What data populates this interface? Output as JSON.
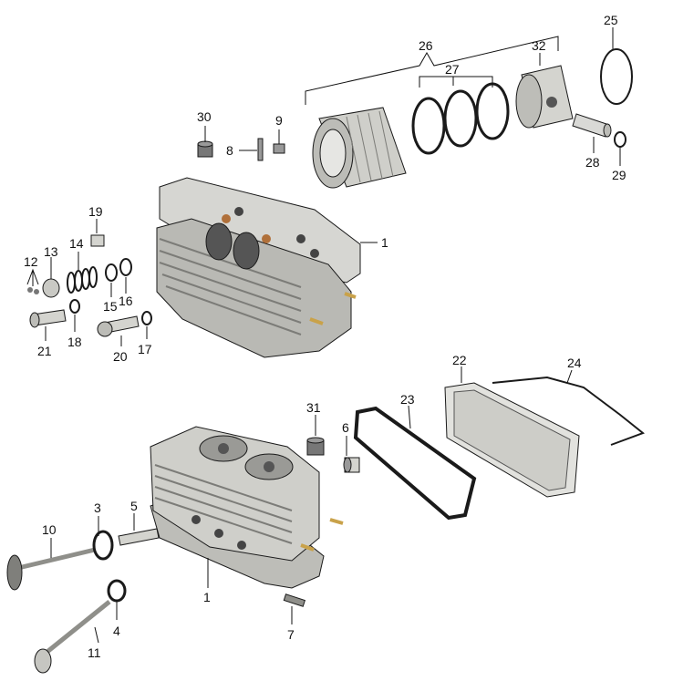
{
  "colors": {
    "metal_light": "#d9d9d6",
    "metal_mid": "#b8b8b4",
    "metal_dark": "#8f8f8a",
    "outline": "#1a1a1a",
    "copper": "#b0703a",
    "brass": "#c9a24a"
  },
  "labels": {
    "l1_top": "1",
    "l1_bottom": "1",
    "l3": "3",
    "l4": "4",
    "l5": "5",
    "l6": "6",
    "l7": "7",
    "l8": "8",
    "l9": "9",
    "l10": "10",
    "l11": "11",
    "l12": "12",
    "l13": "13",
    "l14": "14",
    "l15": "15",
    "l16": "16",
    "l17": "17",
    "l18": "18",
    "l19": "19",
    "l20": "20",
    "l21": "21",
    "l22": "22",
    "l23": "23",
    "l24": "24",
    "l25": "25",
    "l26": "26",
    "l27": "27",
    "l28": "28",
    "l29": "29",
    "l30": "30",
    "l31": "31",
    "l32": "32"
  }
}
